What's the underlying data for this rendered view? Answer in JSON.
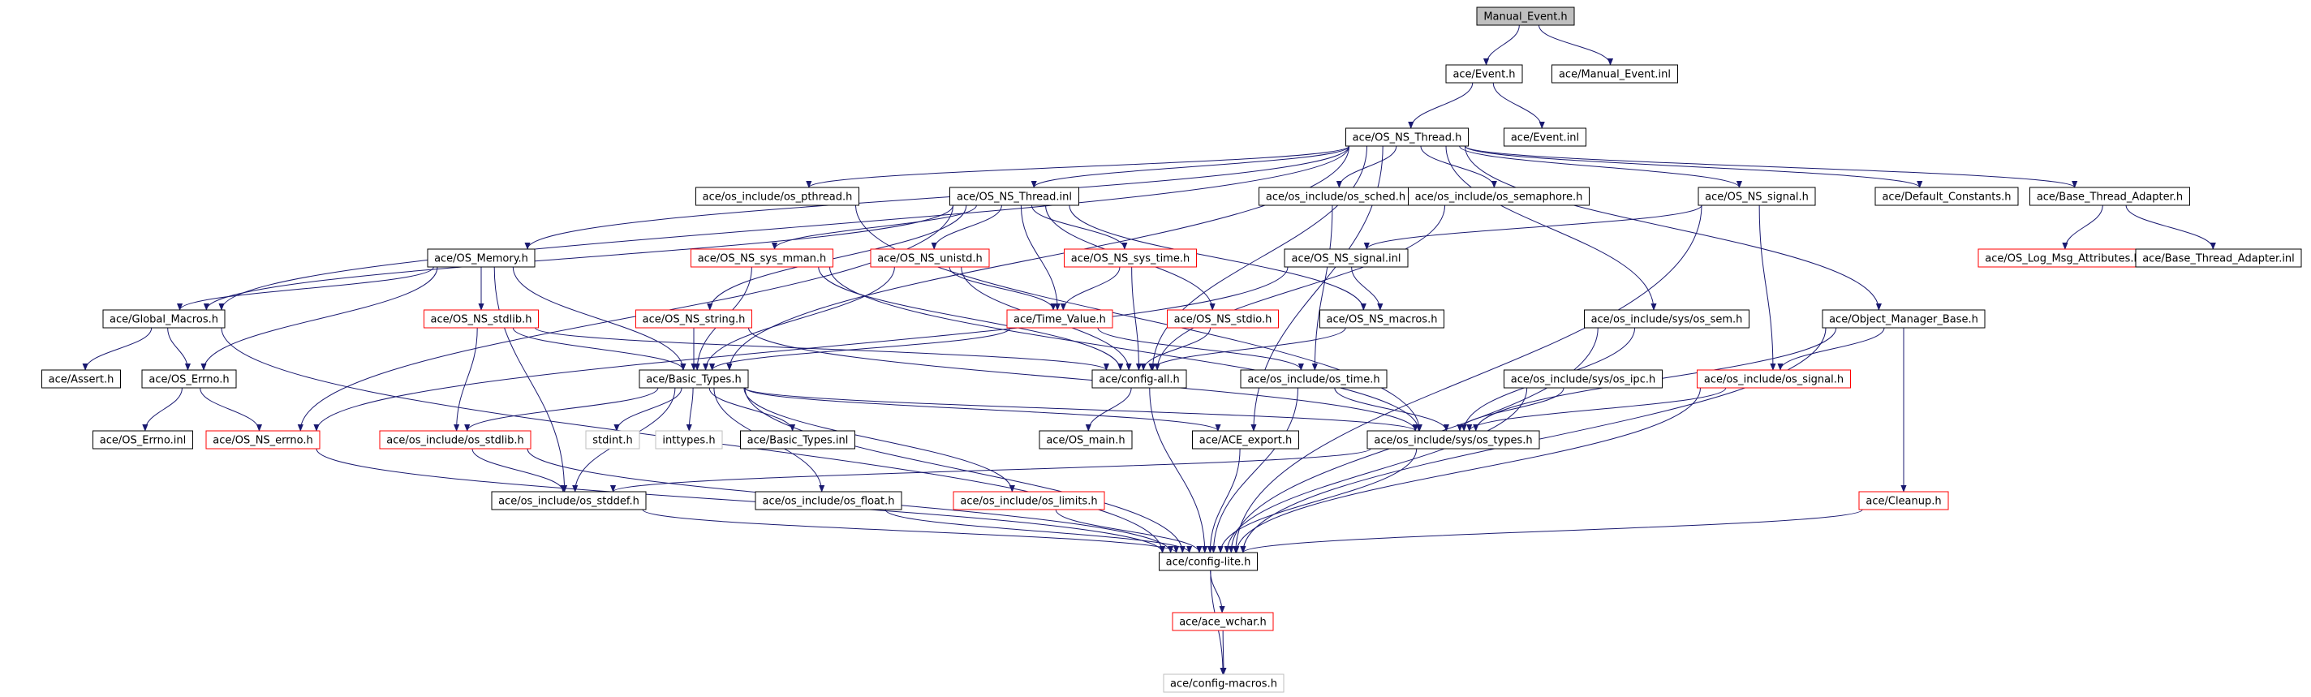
{
  "colors": {
    "edge": "#191970",
    "root_fill": "#bfbfbf",
    "node_border": "#000000",
    "missing_border": "#ff0000",
    "external_border": "#bfbfbf"
  },
  "nodes": [
    {
      "id": "n1",
      "label": "Manual_Event.h",
      "kind": "root"
    },
    {
      "id": "n2",
      "label": "ace/Event.h",
      "kind": "normal"
    },
    {
      "id": "n3",
      "label": "ace/Manual_Event.inl",
      "kind": "normal"
    },
    {
      "id": "n4",
      "label": "ace/OS_NS_Thread.h",
      "kind": "normal"
    },
    {
      "id": "n5",
      "label": "ace/Event.inl",
      "kind": "normal"
    },
    {
      "id": "n6",
      "label": "ace/os_include/os_pthread.h",
      "kind": "normal"
    },
    {
      "id": "n7",
      "label": "ace/OS_NS_Thread.inl",
      "kind": "normal"
    },
    {
      "id": "n8",
      "label": "ace/os_include/os_sched.h",
      "kind": "normal"
    },
    {
      "id": "n9",
      "label": "ace/os_include/os_semaphore.h",
      "kind": "normal"
    },
    {
      "id": "n10",
      "label": "ace/OS_NS_signal.h",
      "kind": "normal"
    },
    {
      "id": "n11",
      "label": "ace/Default_Constants.h",
      "kind": "normal"
    },
    {
      "id": "n12",
      "label": "ace/Base_Thread_Adapter.h",
      "kind": "normal"
    },
    {
      "id": "n13",
      "label": "ace/OS_Memory.h",
      "kind": "normal"
    },
    {
      "id": "n14",
      "label": "ace/OS_NS_sys_mman.h",
      "kind": "missing"
    },
    {
      "id": "n15",
      "label": "ace/OS_NS_unistd.h",
      "kind": "missing"
    },
    {
      "id": "n16",
      "label": "ace/OS_NS_sys_time.h",
      "kind": "missing"
    },
    {
      "id": "n17",
      "label": "ace/OS_NS_signal.inl",
      "kind": "normal"
    },
    {
      "id": "n18",
      "label": "ace/OS_Log_Msg_Attributes.h",
      "kind": "missing"
    },
    {
      "id": "n19",
      "label": "ace/Base_Thread_Adapter.inl",
      "kind": "normal"
    },
    {
      "id": "n20",
      "label": "ace/Global_Macros.h",
      "kind": "normal"
    },
    {
      "id": "n21",
      "label": "ace/OS_NS_stdlib.h",
      "kind": "missing"
    },
    {
      "id": "n22",
      "label": "ace/OS_NS_string.h",
      "kind": "missing"
    },
    {
      "id": "n23",
      "label": "ace/Time_Value.h",
      "kind": "missing"
    },
    {
      "id": "n24",
      "label": "ace/OS_NS_stdio.h",
      "kind": "missing"
    },
    {
      "id": "n25",
      "label": "ace/OS_NS_macros.h",
      "kind": "normal"
    },
    {
      "id": "n26",
      "label": "ace/os_include/sys/os_sem.h",
      "kind": "normal"
    },
    {
      "id": "n27",
      "label": "ace/Object_Manager_Base.h",
      "kind": "normal"
    },
    {
      "id": "n28",
      "label": "ace/Assert.h",
      "kind": "normal"
    },
    {
      "id": "n29",
      "label": "ace/OS_Errno.h",
      "kind": "normal"
    },
    {
      "id": "n30",
      "label": "ace/Basic_Types.h",
      "kind": "normal"
    },
    {
      "id": "n31",
      "label": "ace/config-all.h",
      "kind": "normal"
    },
    {
      "id": "n32",
      "label": "ace/os_include/os_time.h",
      "kind": "normal"
    },
    {
      "id": "n33",
      "label": "ace/os_include/sys/os_ipc.h",
      "kind": "normal"
    },
    {
      "id": "n34",
      "label": "ace/os_include/os_signal.h",
      "kind": "missing"
    },
    {
      "id": "n35",
      "label": "ace/OS_Errno.inl",
      "kind": "normal"
    },
    {
      "id": "n36",
      "label": "ace/OS_NS_errno.h",
      "kind": "missing"
    },
    {
      "id": "n37",
      "label": "ace/os_include/os_stdlib.h",
      "kind": "missing"
    },
    {
      "id": "n38",
      "label": "stdint.h",
      "kind": "external"
    },
    {
      "id": "n39",
      "label": "inttypes.h",
      "kind": "external"
    },
    {
      "id": "n40",
      "label": "ace/Basic_Types.inl",
      "kind": "normal"
    },
    {
      "id": "n41",
      "label": "ace/OS_main.h",
      "kind": "normal"
    },
    {
      "id": "n42",
      "label": "ace/ACE_export.h",
      "kind": "normal"
    },
    {
      "id": "n43",
      "label": "ace/os_include/sys/os_types.h",
      "kind": "normal"
    },
    {
      "id": "n44",
      "label": "ace/os_include/os_stddef.h",
      "kind": "normal"
    },
    {
      "id": "n45",
      "label": "ace/os_include/os_float.h",
      "kind": "normal"
    },
    {
      "id": "n46",
      "label": "ace/os_include/os_limits.h",
      "kind": "missing"
    },
    {
      "id": "n47",
      "label": "ace/Cleanup.h",
      "kind": "missing"
    },
    {
      "id": "n48",
      "label": "ace/config-lite.h",
      "kind": "normal"
    },
    {
      "id": "n49",
      "label": "ace/ace_wchar.h",
      "kind": "missing"
    },
    {
      "id": "n50",
      "label": "ace/config-macros.h",
      "kind": "external"
    }
  ],
  "edges": [
    [
      "n1",
      "n2"
    ],
    [
      "n1",
      "n3"
    ],
    [
      "n2",
      "n4"
    ],
    [
      "n2",
      "n5"
    ],
    [
      "n4",
      "n6"
    ],
    [
      "n4",
      "n7"
    ],
    [
      "n4",
      "n8"
    ],
    [
      "n4",
      "n9"
    ],
    [
      "n4",
      "n10"
    ],
    [
      "n4",
      "n11"
    ],
    [
      "n4",
      "n12"
    ],
    [
      "n4",
      "n13"
    ],
    [
      "n4",
      "n20"
    ],
    [
      "n4",
      "n30"
    ],
    [
      "n4",
      "n31"
    ],
    [
      "n4",
      "n26"
    ],
    [
      "n4",
      "n27"
    ],
    [
      "n4",
      "n42"
    ],
    [
      "n6",
      "n43"
    ],
    [
      "n7",
      "n14"
    ],
    [
      "n7",
      "n15"
    ],
    [
      "n7",
      "n16"
    ],
    [
      "n7",
      "n22"
    ],
    [
      "n7",
      "n23"
    ],
    [
      "n7",
      "n24"
    ],
    [
      "n7",
      "n25"
    ],
    [
      "n7",
      "n36"
    ],
    [
      "n7",
      "n20"
    ],
    [
      "n8",
      "n32"
    ],
    [
      "n9",
      "n31"
    ],
    [
      "n10",
      "n17"
    ],
    [
      "n10",
      "n34"
    ],
    [
      "n10",
      "n48"
    ],
    [
      "n12",
      "n18"
    ],
    [
      "n12",
      "n19"
    ],
    [
      "n13",
      "n20"
    ],
    [
      "n13",
      "n21"
    ],
    [
      "n13",
      "n29"
    ],
    [
      "n13",
      "n30"
    ],
    [
      "n13",
      "n44"
    ],
    [
      "n14",
      "n30"
    ],
    [
      "n14",
      "n31"
    ],
    [
      "n14",
      "n43"
    ],
    [
      "n15",
      "n30"
    ],
    [
      "n15",
      "n31"
    ],
    [
      "n15",
      "n23"
    ],
    [
      "n16",
      "n23"
    ],
    [
      "n16",
      "n31"
    ],
    [
      "n17",
      "n36"
    ],
    [
      "n17",
      "n25"
    ],
    [
      "n20",
      "n28"
    ],
    [
      "n20",
      "n29"
    ],
    [
      "n20",
      "n48"
    ],
    [
      "n21",
      "n30"
    ],
    [
      "n21",
      "n37"
    ],
    [
      "n21",
      "n31"
    ],
    [
      "n22",
      "n30"
    ],
    [
      "n22",
      "n43"
    ],
    [
      "n23",
      "n30"
    ],
    [
      "n23",
      "n32"
    ],
    [
      "n24",
      "n31"
    ],
    [
      "n25",
      "n31"
    ],
    [
      "n26",
      "n43"
    ],
    [
      "n26",
      "n48"
    ],
    [
      "n27",
      "n34"
    ],
    [
      "n27",
      "n43"
    ],
    [
      "n27",
      "n47"
    ],
    [
      "n27",
      "n48"
    ],
    [
      "n29",
      "n35"
    ],
    [
      "n29",
      "n36"
    ],
    [
      "n30",
      "n37"
    ],
    [
      "n30",
      "n38"
    ],
    [
      "n30",
      "n39"
    ],
    [
      "n30",
      "n40"
    ],
    [
      "n30",
      "n44"
    ],
    [
      "n30",
      "n45"
    ],
    [
      "n30",
      "n46"
    ],
    [
      "n30",
      "n48"
    ],
    [
      "n30",
      "n43"
    ],
    [
      "n30",
      "n42"
    ],
    [
      "n31",
      "n41"
    ],
    [
      "n31",
      "n48"
    ],
    [
      "n32",
      "n43"
    ],
    [
      "n32",
      "n48"
    ],
    [
      "n33",
      "n43"
    ],
    [
      "n33",
      "n48"
    ],
    [
      "n34",
      "n43"
    ],
    [
      "n34",
      "n48"
    ],
    [
      "n36",
      "n48"
    ],
    [
      "n37",
      "n44"
    ],
    [
      "n37",
      "n48"
    ],
    [
      "n42",
      "n48"
    ],
    [
      "n43",
      "n44"
    ],
    [
      "n43",
      "n48"
    ],
    [
      "n44",
      "n48"
    ],
    [
      "n45",
      "n48"
    ],
    [
      "n46",
      "n48"
    ],
    [
      "n47",
      "n48"
    ],
    [
      "n48",
      "n49"
    ],
    [
      "n48",
      "n50"
    ],
    [
      "n49",
      "n50"
    ]
  ]
}
